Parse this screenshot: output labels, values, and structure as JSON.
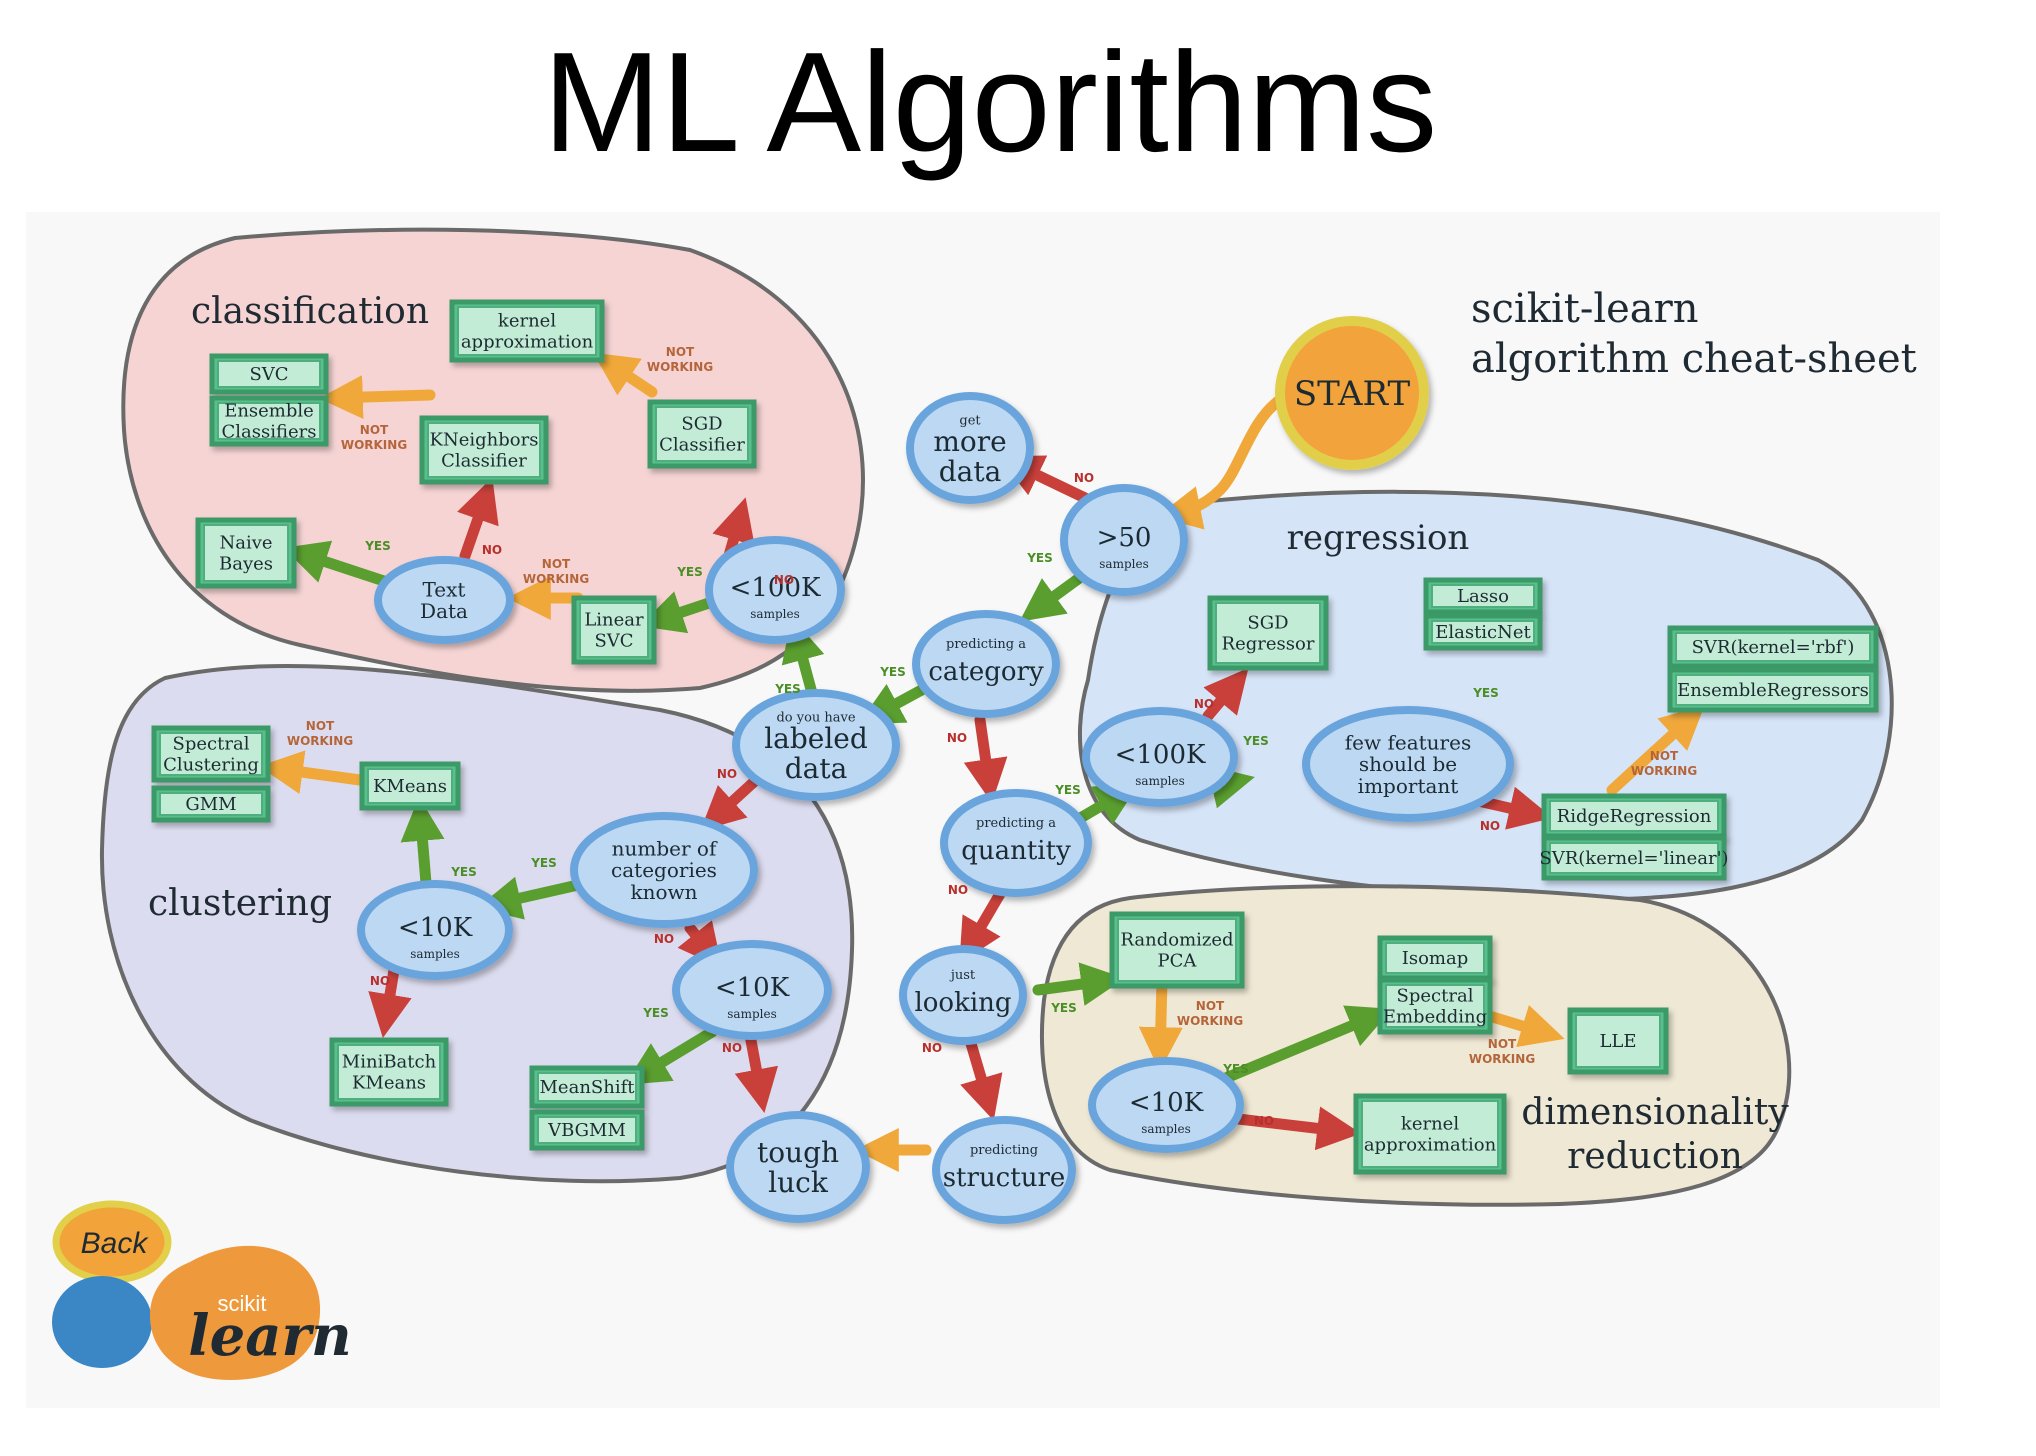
{
  "slide": {
    "title": "ML Algorithms"
  },
  "header": {
    "line1": "scikit-learn",
    "line2": "algorithm cheat-sheet"
  },
  "regions": {
    "classification": "classification",
    "clustering": "clustering",
    "regression": "regression",
    "dimensionality_line1": "dimensionality",
    "dimensionality_line2": "reduction"
  },
  "start_label": "START",
  "back_button": "Back",
  "logo": {
    "small": "scikit",
    "big": "learn"
  },
  "edge_words": {
    "yes": "YES",
    "no": "NO",
    "not": "NOT",
    "working": "WORKING"
  },
  "decisions": {
    "more_data": {
      "pre": "get",
      "l1": "more",
      "l2": "data"
    },
    "gt50": {
      "main": ">50",
      "sub": "samples"
    },
    "category": {
      "pre": "predicting a",
      "main": "category"
    },
    "labeled": {
      "pre": "do you have",
      "l1": "labeled",
      "l2": "data"
    },
    "quantity": {
      "pre": "predicting a",
      "main": "quantity"
    },
    "looking": {
      "pre": "just",
      "main": "looking"
    },
    "structure": {
      "pre": "predicting",
      "main": "structure"
    },
    "tough": {
      "l1": "tough",
      "l2": "luck"
    },
    "cls_100k": {
      "main": "<100K",
      "sub": "samples"
    },
    "text_data": {
      "l1": "Text",
      "l2": "Data"
    },
    "num_categories": {
      "l1": "number of",
      "l2": "categories",
      "l3": "known"
    },
    "clu_10k_a": {
      "main": "<10K",
      "sub": "samples"
    },
    "clu_10k_b": {
      "main": "<10K",
      "sub": "samples"
    },
    "reg_100k": {
      "main": "<100K",
      "sub": "samples"
    },
    "few_features": {
      "l1": "few features",
      "l2": "should be",
      "l3": "important"
    },
    "dim_10k": {
      "main": "<10K",
      "sub": "samples"
    }
  },
  "estimators": {
    "svc": "SVC",
    "ensemble_cls_1": "Ensemble",
    "ensemble_cls_2": "Classifiers",
    "kernel_approx_cls_1": "kernel",
    "kernel_approx_cls_2": "approximation",
    "kneighbors_1": "KNeighbors",
    "kneighbors_2": "Classifier",
    "sgd_cls_1": "SGD",
    "sgd_cls_2": "Classifier",
    "naive_bayes_1": "Naive",
    "naive_bayes_2": "Bayes",
    "linear_svc_1": "Linear",
    "linear_svc_2": "SVC",
    "spectral_clustering_1": "Spectral",
    "spectral_clustering_2": "Clustering",
    "gmm": "GMM",
    "kmeans": "KMeans",
    "minibatch_1": "MiniBatch",
    "minibatch_2": "KMeans",
    "meanshift": "MeanShift",
    "vbgmm": "VBGMM",
    "sgd_reg_1": "SGD",
    "sgd_reg_2": "Regressor",
    "lasso": "Lasso",
    "elasticnet": "ElasticNet",
    "svr_rbf": "SVR(kernel='rbf')",
    "ensemble_reg": "EnsembleRegressors",
    "ridge": "RidgeRegression",
    "svr_linear": "SVR(kernel='linear')",
    "randomized_pca_1": "Randomized",
    "randomized_pca_2": "PCA",
    "isomap": "Isomap",
    "spectral_embedding_1": "Spectral",
    "spectral_embedding_2": "Embedding",
    "lle": "LLE",
    "kernel_approx_dim_1": "kernel",
    "kernel_approx_dim_2": "approximation"
  },
  "colors": {
    "yes": "#5a9e2f",
    "no": "#c9403a",
    "not_working": "#f0a83a",
    "classification_bg": "#f6d4d4",
    "clustering_bg": "#dcdcf0",
    "regression_bg": "#d6e4f8",
    "dimensionality_bg": "#efe8d4",
    "decision_fill": "#bcd8f2",
    "decision_border": "#6aa4dc",
    "estimator_fill": "#58c08c",
    "estimator_border": "#3a9a68",
    "start_fill": "#f2a33a"
  }
}
